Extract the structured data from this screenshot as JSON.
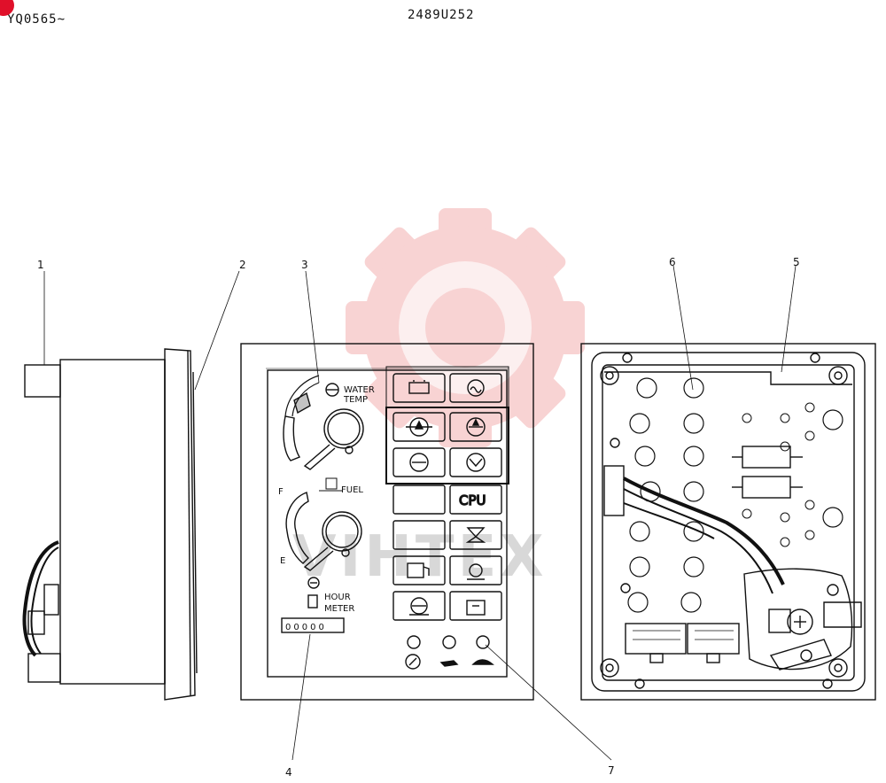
{
  "header": {
    "serial_range": "YQ0565~",
    "drawing_no": "2489U252"
  },
  "callouts": [
    "1",
    "2",
    "3",
    "4",
    "5",
    "6",
    "7"
  ],
  "panel_labels": {
    "water": "WATER",
    "temp": "TEMP",
    "fuel": "FUEL",
    "fuel_full": "F",
    "fuel_empty": "E",
    "hour": "HOUR",
    "meter": "METER",
    "hour_reading": "00000",
    "cpu": "CPU"
  },
  "watermark": {
    "text": "VIHTEX",
    "color": "#f3b0b0"
  },
  "colors": {
    "line": "#111111",
    "logo_red": "#e0102a"
  }
}
